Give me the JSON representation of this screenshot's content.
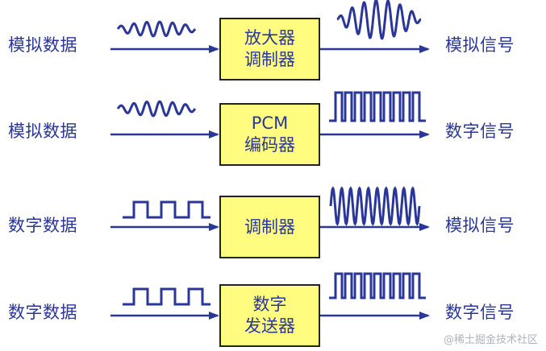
{
  "rows": [
    {
      "input_label": "模拟数据",
      "box_lines": [
        "放大器",
        "调制器"
      ],
      "output_label": "模拟信号",
      "input_signal": "analog-wave",
      "output_signal": "amplified-analog-wave"
    },
    {
      "input_label": "模拟数据",
      "box_lines": [
        "PCM",
        "编码器"
      ],
      "output_label": "数字信号",
      "input_signal": "analog-wave",
      "output_signal": "digital-pulse-train"
    },
    {
      "input_label": "数字数据",
      "box_lines": [
        "调制器"
      ],
      "output_label": "模拟信号",
      "input_signal": "square-wave",
      "output_signal": "modulated-carrier-wave"
    },
    {
      "input_label": "数字数据",
      "box_lines": [
        "数字",
        "发送器"
      ],
      "output_label": "数字信号",
      "input_signal": "square-wave",
      "output_signal": "digital-pulse-train"
    }
  ],
  "watermark": "@稀土掘金技术社区",
  "colors": {
    "signal_stroke": "#2a3799",
    "text": "#2a3799",
    "box_fill": "#fffc80",
    "box_border": "#222222"
  }
}
